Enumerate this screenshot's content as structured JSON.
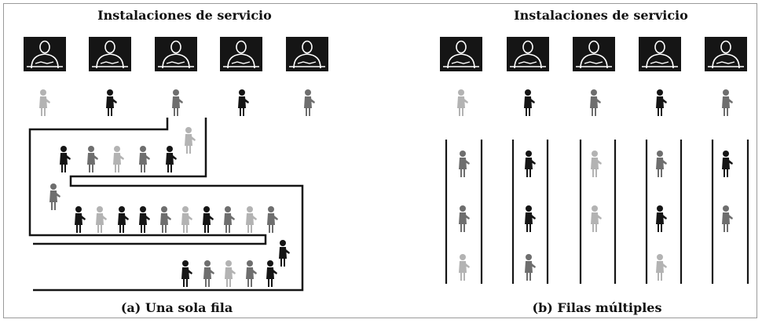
{
  "panels": {
    "single": {
      "title": "Instalaciones de servicio",
      "caption": "(a) Una sola fila"
    },
    "multiple": {
      "title": "Instalaciones de servicio",
      "caption": "(b) Filas múltiples"
    }
  },
  "colors": {
    "dark": "#151515",
    "mid": "#6e6e6e",
    "light": "#b3b3b3"
  }
}
